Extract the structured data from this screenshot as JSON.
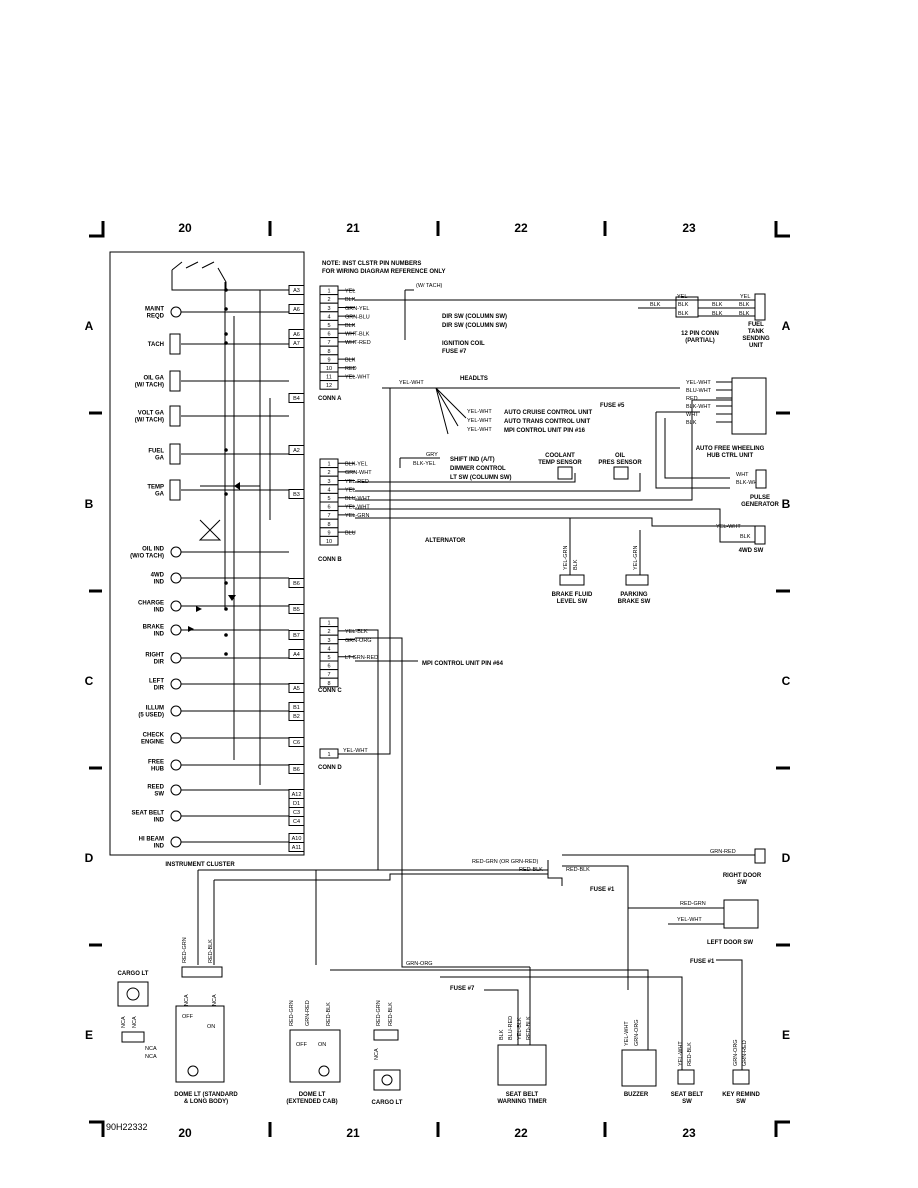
{
  "grid": {
    "columns": [
      "20",
      "21",
      "22",
      "23"
    ],
    "rows": [
      "A",
      "B",
      "C",
      "D",
      "E"
    ]
  },
  "diagram_id": "90H22332",
  "note": [
    "NOTE: INST CLSTR PIN NUMBERS",
    "FOR WIRING DIAGRAM REFERENCE ONLY"
  ],
  "cluster": {
    "title": "INSTRUMENT CLUSTER",
    "items": [
      [
        "MAINT",
        "REQD"
      ],
      [
        "TACH"
      ],
      [
        "OIL GA",
        "(W/ TACH)"
      ],
      [
        "VOLT GA",
        "(W/ TACH)"
      ],
      [
        "FUEL",
        "GA"
      ],
      [
        "TEMP",
        "GA"
      ],
      [
        "OIL IND",
        "(W/O TACH)"
      ],
      [
        "4WD",
        "IND"
      ],
      [
        "CHARGE",
        "IND"
      ],
      [
        "BRAKE",
        "IND"
      ],
      [
        "RIGHT",
        "DIR"
      ],
      [
        "LEFT",
        "DIR"
      ],
      [
        "ILLUM",
        "(5 USED)"
      ],
      [
        "CHECK",
        "ENGINE"
      ],
      [
        "FREE",
        "HUB"
      ],
      [
        "REED",
        "SW"
      ],
      [
        "SEAT BELT",
        "IND"
      ],
      [
        "HI BEAM",
        "IND"
      ]
    ],
    "pins": [
      "A3",
      "A6",
      "A6",
      "A7",
      "B4",
      "A2",
      "B3",
      "B6",
      "B5",
      "B7",
      "A4",
      "A5",
      "B1",
      "B2",
      "C6",
      "B6",
      "A12",
      "D1",
      "C3",
      "C4",
      "A10",
      "A11"
    ]
  },
  "connA": {
    "label": "CONN A",
    "pins": [
      "1",
      "2",
      "3",
      "4",
      "5",
      "6",
      "7",
      "8",
      "9",
      "10",
      "11",
      "12"
    ],
    "wires": [
      "YEL",
      "BLK",
      "GRN-YEL",
      "GRN-BLU",
      "BLK",
      "WHT-BLK",
      "WHT-RED",
      "",
      "BLK",
      "RED",
      "YEL-WHT",
      ""
    ],
    "tach": "(W/ TACH)",
    "dests": [
      "DIR SW (COLUMN SW)",
      "DIR SW (COLUMN SW)",
      "IGNITION COIL",
      "FUSE #7",
      "HEADLTS"
    ]
  },
  "connB": {
    "label": "CONN B",
    "pins": [
      "1",
      "2",
      "3",
      "4",
      "5",
      "6",
      "7",
      "8",
      "9",
      "10"
    ],
    "wires": [
      "BLK-YEL",
      "GRN-WHT",
      "YEL-RED",
      "YEL",
      "BLU-WHT",
      "YEL-WHT",
      "YEL-GRN",
      "",
      "BLU",
      ""
    ],
    "gry": "GRY",
    "blkyel": "BLK-YEL",
    "dests": [
      "SHIFT IND (A/T)",
      "DIMMER CONTROL",
      "LT SW (COLUMN SW)",
      "ALTERNATOR"
    ]
  },
  "connC": {
    "label": "CONN C",
    "pins": [
      "1",
      "2",
      "3",
      "4",
      "5",
      "6",
      "7",
      "8"
    ],
    "wires": [
      "",
      "YEL-BLK",
      "GRN-ORG",
      "",
      "LT GRN-RED",
      "",
      "",
      ""
    ],
    "dest": "MPI CONTROL UNIT PIN #64"
  },
  "connD": {
    "label": "CONN D",
    "pins": [
      "1"
    ],
    "wire": "YEL-WHT"
  },
  "yelwht_branch": {
    "wire": "YEL-WHT",
    "dests": [
      "AUTO CRUISE CONTROL UNIT",
      "AUTO TRANS CONTROL UNIT",
      "MPI CONTROL UNIT PIN #16"
    ]
  },
  "pin12": {
    "label": [
      "12 PIN CONN",
      "(PARTIAL)"
    ],
    "wires": [
      "YEL",
      "BLK",
      "BLK",
      "BLK",
      "BLK"
    ]
  },
  "fuel_tank": {
    "label": [
      "FUEL",
      "TANK",
      "SENDING",
      "UNIT"
    ],
    "wires": [
      "YEL",
      "BLK",
      "BLK"
    ]
  },
  "hub": {
    "label": [
      "AUTO FREE WHEELING",
      "HUB CTRL UNIT"
    ],
    "wires": [
      "YEL-WHT",
      "BLU-WHT",
      "RED",
      "BLK-WHT",
      "WHT",
      "BLK"
    ],
    "fuse": "FUSE #5"
  },
  "pulse": {
    "label": [
      "PULSE",
      "GENERATOR"
    ],
    "wires": [
      "WHT",
      "BLK-WHT"
    ]
  },
  "fourwd": {
    "label": "4WD SW",
    "wires": [
      "YEL-WHT",
      "BLK"
    ]
  },
  "coolant": {
    "label": [
      "COOLANT",
      "TEMP SENSOR"
    ]
  },
  "oilpres": {
    "label": [
      "OIL",
      "PRES SENSOR"
    ]
  },
  "brakefluid": {
    "label": [
      "BRAKE FLUID",
      "LEVEL SW"
    ],
    "wires": [
      "YEL-GRN",
      "BLK"
    ]
  },
  "parkbrake": {
    "label": [
      "PARKING",
      "BRAKE SW"
    ],
    "wire": "YEL-GRN"
  },
  "right_door": {
    "label": [
      "RIGHT DOOR",
      "SW"
    ],
    "wire": "GRN-RED"
  },
  "left_door": {
    "label": "LEFT DOOR SW",
    "wires": [
      "RED-GRN",
      "YEL-WHT"
    ]
  },
  "splice": {
    "wire1": "RED-GRN (OR GRN-RED)",
    "wire2": "RED-BLK",
    "wire3": "RED-BLK",
    "fuse": "FUSE #1"
  },
  "bottom": {
    "grnorg": "GRN-ORG",
    "fuse7": "FUSE #7",
    "fuse1": "FUSE #1",
    "cargo1": "CARGO LT",
    "cargo2": "CARGO LT",
    "dome1": [
      "DOME LT (STANDARD",
      "& LONG BODY)"
    ],
    "dome2": [
      "DOME LT",
      "(EXTENDED CAB)"
    ],
    "sbtimer": [
      "SEAT BELT",
      "WARNING TIMER"
    ],
    "buzzer": "BUZZER",
    "sbsw": [
      "SEAT BELT",
      "SW"
    ],
    "keysw": [
      "KEY REMIND",
      "SW"
    ],
    "redgrn": "RED-GRN",
    "redblk": "RED-BLK",
    "grnred": "GRN-RED",
    "nca": "NCA",
    "off": "OFF",
    "on": "ON",
    "timer_wires": [
      "BLK",
      "BLU-RED",
      "YEL-BLK",
      "RED-BLK"
    ],
    "buzzer_wires": [
      "YEL-WHT",
      "GRN-ORG"
    ],
    "sbsw_wires": [
      "YEL-WHT",
      "RED-BLK"
    ],
    "key_wires": [
      "GRN-ORG",
      "GRN-RED"
    ]
  }
}
